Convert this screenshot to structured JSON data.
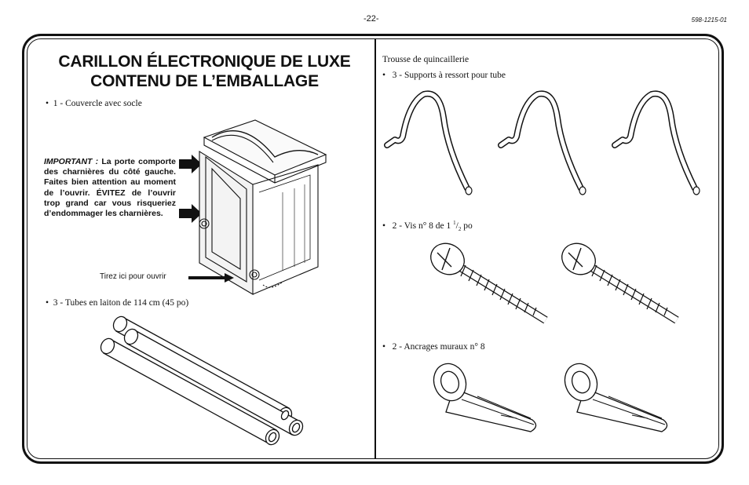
{
  "header": {
    "page_number": "-22-",
    "doc_number": "598-1215-01"
  },
  "title": {
    "line1": "CARILLON ÉLECTRONIQUE DE LUXE",
    "line2": "CONTENU DE L’EMBALLAGE"
  },
  "left": {
    "item_cover": "1 - Couvercle avec socle",
    "important_label": "IMPORTANT :",
    "important_text": "La porte comporte des charnières du côté gauche. Faites bien attention au moment de l’ouvrir. ÉVITEZ de l’ouvrir trop grand car vous risqueriez d’endommager les charnières.",
    "pull_label": "Tirez ici pour ouvrir",
    "item_tubes": "3 - Tubes en laiton de 114 cm (45 po)"
  },
  "right": {
    "heading": "Trousse de quincaillerie",
    "item_supports": "3 - Supports à ressort pour tube",
    "item_screws_prefix": "2 - Vis n° 8 de 1 ",
    "item_screws_num": "1",
    "item_screws_den": "2",
    "item_screws_suffix": " po",
    "item_anchors": "2 - Ancrages muraux n° 8"
  },
  "icons": [
    "arrow-right-icon",
    "spring-support-icon",
    "screw-icon",
    "wall-anchor-icon",
    "brass-tube-icon",
    "chime-cabinet-icon"
  ]
}
